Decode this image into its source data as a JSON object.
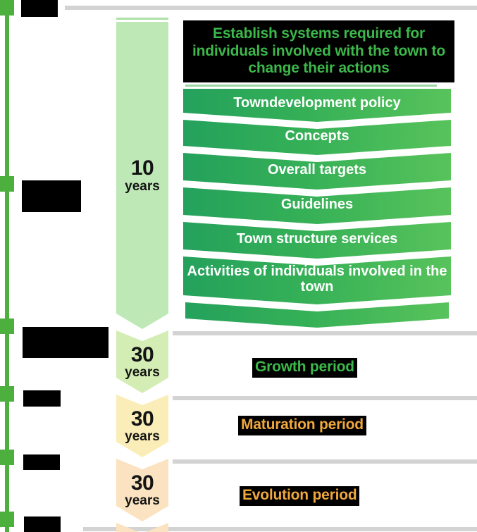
{
  "diagram": {
    "title_block": {
      "text": "Establish systems required for individuals involved with the town to change their actions",
      "text_color": "#3CB84A",
      "background": "#000000"
    },
    "funnel": {
      "accent_top_line_color": "#9BD7A4",
      "gradient_from": "#24A15C",
      "gradient_to": "#58C35B",
      "rows": [
        {
          "label": "Towndevelopment policy"
        },
        {
          "label": "Concepts"
        },
        {
          "label": "Overall targets"
        },
        {
          "label": "Guidelines"
        },
        {
          "label": "Town structure services"
        },
        {
          "label": "Activities of individuals involved in the town"
        },
        {
          "label": ""
        }
      ]
    },
    "timeline_bands": [
      {
        "number": "10",
        "unit": "years",
        "color": "#BEE9B6"
      },
      {
        "number": "30",
        "unit": "years",
        "color": "#D3EDB5"
      },
      {
        "number": "30",
        "unit": "years",
        "color": "#FBEDB8"
      },
      {
        "number": "30",
        "unit": "years",
        "color": "#FBE2C0"
      },
      {
        "number": "",
        "unit": "",
        "color": "#FBE2C0"
      }
    ],
    "periods": [
      {
        "label": "Growth period",
        "color": "#3CB84A"
      },
      {
        "label": "Maturation period",
        "color": "#F0A83C"
      },
      {
        "label": "Evolution period",
        "color": "#F0A83C"
      }
    ],
    "rail": {
      "color": "#4CAF3E",
      "node_count": 6
    },
    "redacted_blocks_count": 6,
    "divider_color": "#D3D3D3"
  }
}
